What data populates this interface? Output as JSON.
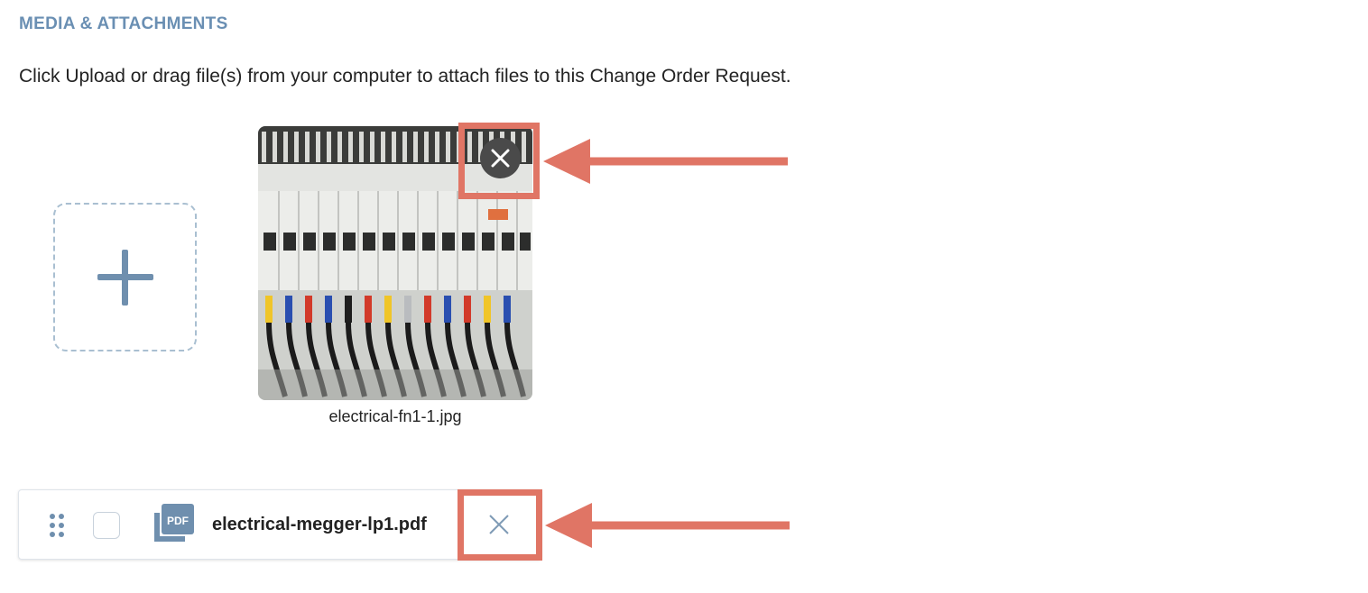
{
  "section": {
    "title": "MEDIA & ATTACHMENTS",
    "instructions": "Click Upload or drag file(s) from your computer to attach files to this Change Order Request."
  },
  "upload": {
    "icon": "plus-icon"
  },
  "image_attachment": {
    "filename": "electrical-fn1-1.jpg",
    "remove_icon": "close-icon"
  },
  "file_attachment": {
    "filename": "electrical-megger-lp1.pdf",
    "type_icon": "pdf-file-icon",
    "type_label": "PDF",
    "remove_icon": "close-icon",
    "drag_icon": "drag-handle-icon"
  },
  "annotation": {
    "color": "#e07565"
  }
}
